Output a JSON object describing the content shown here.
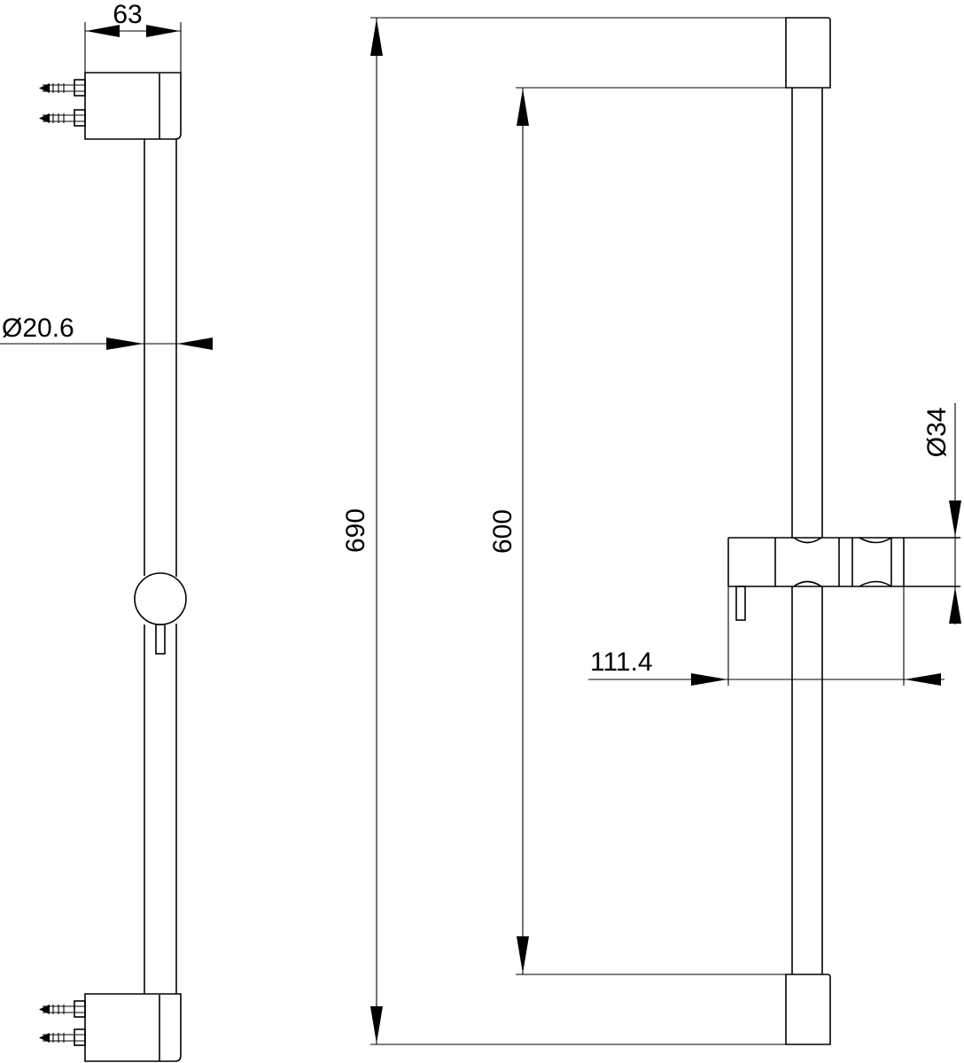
{
  "drawing": {
    "dimensions": {
      "bracket_width": "63",
      "rail_diameter": "Ø20.6",
      "overall_length": "690",
      "center_distance": "600",
      "holder_diameter": "Ø34",
      "holder_length": "111.4"
    },
    "colors": {
      "line": "#000000",
      "background": "#ffffff"
    }
  }
}
